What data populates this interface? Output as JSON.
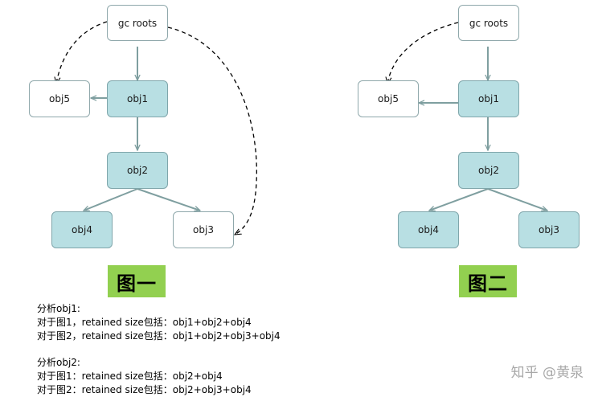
{
  "figure1": {
    "nodes": {
      "gc_roots": "gc roots",
      "obj1": "obj1",
      "obj2": "obj2",
      "obj3": "obj3",
      "obj4": "obj4",
      "obj5": "obj5"
    },
    "caption": "图一"
  },
  "figure2": {
    "nodes": {
      "gc_roots": "gc roots",
      "obj1": "obj1",
      "obj2": "obj2",
      "obj3": "obj3",
      "obj4": "obj4",
      "obj5": "obj5"
    },
    "caption": "图二"
  },
  "analysis": {
    "obj1": {
      "heading": "分析obj1:",
      "fig1": "对于图1，retained size包括：obj1+obj2+obj4",
      "fig2": "对于图2，retained size包括：obj1+obj2+obj3+obj4"
    },
    "obj2": {
      "heading": "分析obj2:",
      "fig1": "对于图1：retained size包括：obj2+obj4",
      "fig2": "对于图2：retained size包括：obj2+obj3+obj4"
    }
  },
  "watermark": "知乎 @黄泉",
  "colors": {
    "teal_fill": "#b8dfe3",
    "edge": "#7f9fa0",
    "caption_bg": "#92d050"
  }
}
